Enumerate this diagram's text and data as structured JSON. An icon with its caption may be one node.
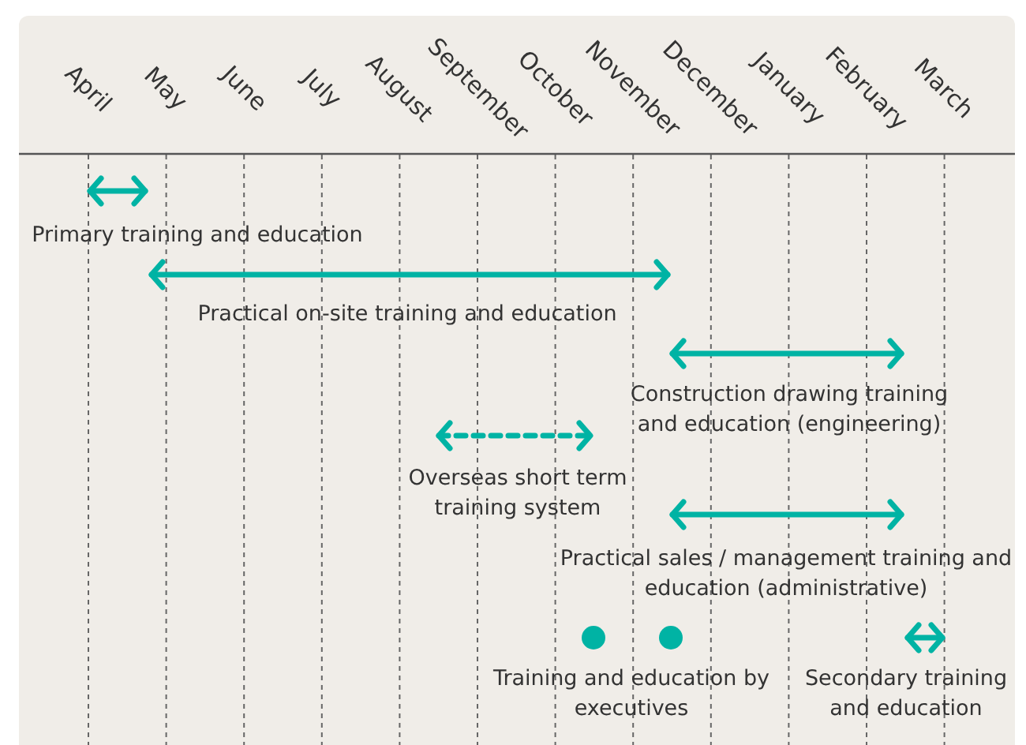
{
  "diagram": {
    "nodes": [
      {
        "text": [
          "Primary training and education"
        ]
      },
      {
        "text": [
          "Practical on-site training and education"
        ]
      },
      {
        "text": [
          "Construction drawing training and education (engineering)"
        ]
      },
      {
        "text": [
          "Overseas short term training system"
        ]
      },
      {
        "text": [
          "Practical sales / management training and education (administrative)"
        ]
      },
      {
        "text": [
          "Training and education by executives"
        ]
      },
      {
        "text": [
          "Secondary training and education"
        ]
      }
    ],
    "labels": [
      "April",
      "May",
      "June",
      "July",
      "August",
      "September",
      "October",
      "November",
      "December",
      "January",
      "February",
      "March"
    ]
  }
}
